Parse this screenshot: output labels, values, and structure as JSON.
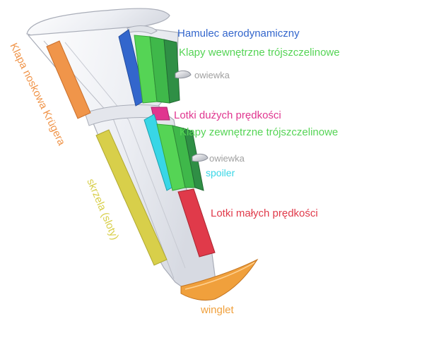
{
  "labels": {
    "air_brake": "Hamulec aerodynamiczny",
    "inner_flaps": "Klapy wewnętrzne trójszczelinowe",
    "fairing_1": "owiewka",
    "high_speed_ailerons": "Lotki dużych prędkości",
    "outer_flaps": "Klapy zewnętrzne trójszczelinowe",
    "fairing_2": "owiewka",
    "spoiler": "spoiler",
    "low_speed_ailerons": "Lotki małych prędkości",
    "krueger_flap": "Klapa noskowa Krügera",
    "slats": "skrzela (sloty)",
    "winglet": "winglet"
  },
  "colors": {
    "air_brake": "#3366cc",
    "inner_flaps": "#55d455",
    "fairing": "#a0a0a0",
    "high_speed_ailerons": "#e0358f",
    "outer_flaps": "#55d455",
    "spoiler": "#38d6e6",
    "low_speed_ailerons": "#e03a4a",
    "krueger_flap": "#f0954a",
    "slats": "#d8cf4a",
    "winglet": "#f0a03c",
    "wing": "#f2f3f6",
    "wing_edge": "#a9adb8"
  }
}
